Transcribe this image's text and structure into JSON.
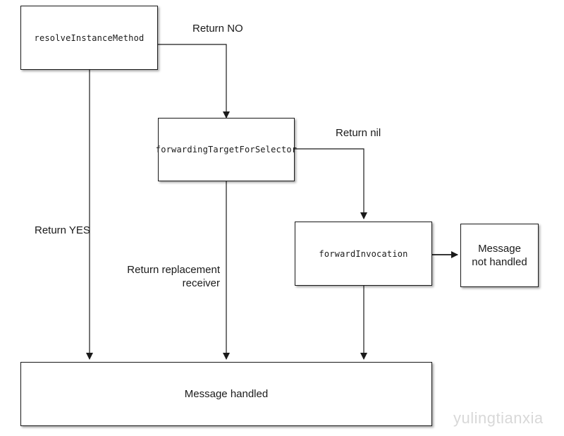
{
  "nodes": {
    "resolve": "resolveInstanceMethod",
    "forwarding_target": "forwardingTargetForSelector",
    "forward_invocation": "forwardInvocation",
    "not_handled": "Message\nnot handled",
    "handled": "Message handled"
  },
  "edge_labels": {
    "return_no": "Return NO",
    "return_nil": "Return nil",
    "return_yes": "Return YES",
    "return_replacement": "Return replacement\nreceiver"
  },
  "watermark": "yulingtianxia"
}
